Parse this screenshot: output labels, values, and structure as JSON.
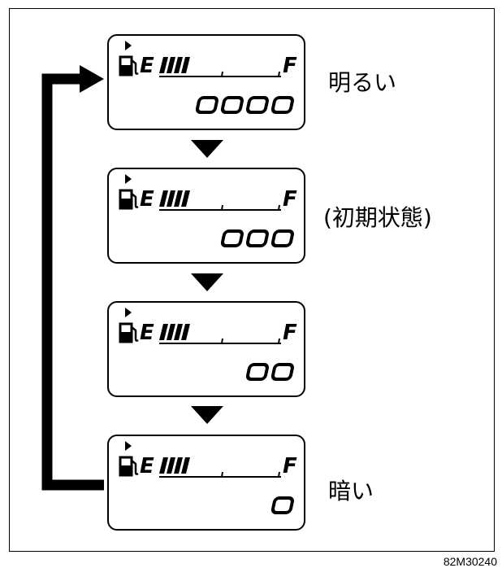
{
  "fuel_gauge": {
    "empty_letter": "E",
    "full_letter": "F"
  },
  "states": [
    {
      "label": "明るい",
      "segments": 4
    },
    {
      "label": "(初期状態)",
      "segments": 3
    },
    {
      "label": "",
      "segments": 2
    },
    {
      "label": "暗い",
      "segments": 1
    }
  ],
  "footer": {
    "code": "82M30240"
  }
}
